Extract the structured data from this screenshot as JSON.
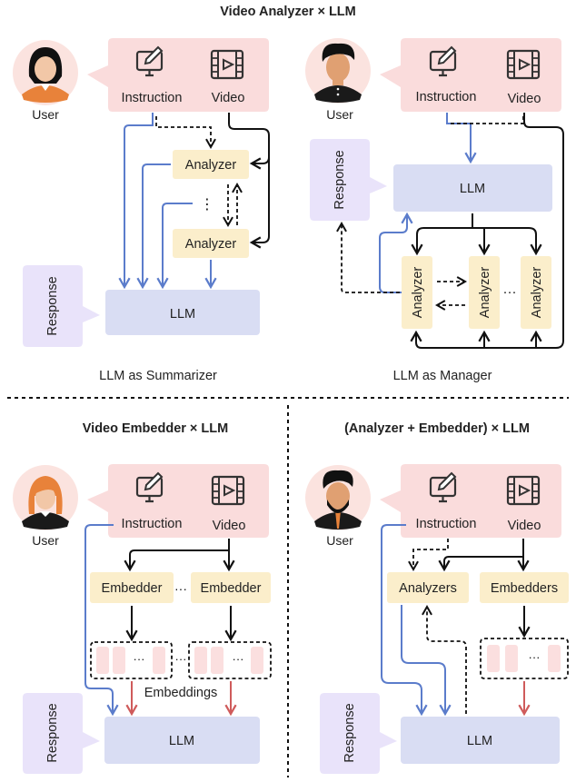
{
  "titles": {
    "top": "Video Analyzer × LLM",
    "bottom_left": "Video Embedder × LLM",
    "bottom_right": "(Analyzer + Embedder) × LLM"
  },
  "captions": {
    "summarizer": "LLM as Summarizer",
    "manager": "LLM as Manager"
  },
  "labels": {
    "user": "User",
    "instruction": "Instruction",
    "video": "Video",
    "analyzer": "Analyzer",
    "analyzers": "Analyzers",
    "embedder": "Embedder",
    "embedders": "Embedders",
    "embeddings": "Embeddings",
    "llm": "LLM",
    "response": "Response",
    "vdots": "⋮",
    "hdots": "···"
  },
  "colors": {
    "user_bubble": "#fadcdc",
    "response_bubble": "#e9e3fa",
    "llm_box": "#d9ddf3",
    "module_box": "#fbeecb",
    "embedding_cell": "#fbdfdf",
    "blue_arrow": "#5b7ccb",
    "red_arrow": "#cf5b5b",
    "black": "#111111",
    "text": "#222222"
  },
  "icons": [
    "person-icon",
    "edit-monitor-icon",
    "film-play-icon"
  ]
}
